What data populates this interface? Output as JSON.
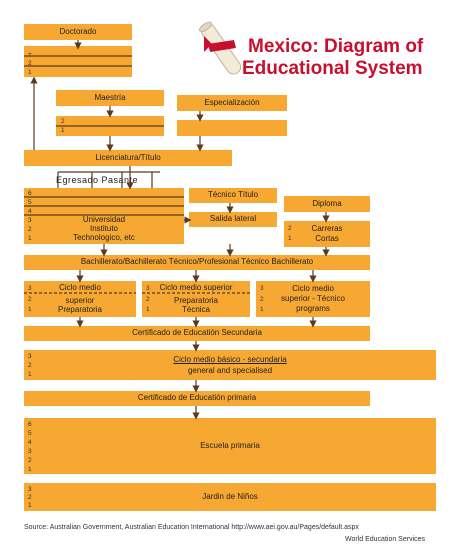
{
  "title": {
    "line1": "Mexico: Diagram of",
    "line2": "Educational System"
  },
  "boxes": {
    "doctorado": "Doctorado",
    "maestria": "Maestría",
    "especializacion": "Especialización",
    "licenciatura": "Licenciatura/Título",
    "egresado": "Egresado Pasante",
    "tecnico_titulo": "Técnico Título",
    "salida_lateral": "Salida lateral",
    "diploma": "Diploma",
    "universidad": [
      "Universidad",
      "Instituto",
      "Technologico, etc"
    ],
    "carreras": [
      "Carreras",
      "Cortas"
    ],
    "bachillerato": "Bachillerato/Bachillerato Técnico/Profesional Técnico Bachillerato",
    "ciclo_superior": [
      "Ciclo medio",
      "superior",
      "Preparatoria"
    ],
    "ciclo_prep_tecnica": [
      "Ciclo medio superior",
      "Preparatoria",
      "Técnica"
    ],
    "ciclo_tecnico": [
      "Ciclo medio",
      "superior - Técnico",
      "programs"
    ],
    "cert_secundaria": "Certificado de Educatión Secundaria",
    "ciclo_basico": [
      "Ciclo medio básico - secundaria",
      "general and specialised"
    ],
    "cert_primaria": "Certificado de Educatión primaria",
    "escuela_primaria": "Escuela primaria",
    "jardin": "Jardin de Niños"
  },
  "years": {
    "doctorado": [
      "+",
      "2",
      "1"
    ],
    "maestria": [
      "2",
      "1"
    ],
    "universidad": [
      "6",
      "5",
      "4",
      "3",
      "2",
      "1"
    ],
    "carreras": [
      "2",
      "1"
    ],
    "ciclo_superior": [
      "3",
      "2",
      "1"
    ],
    "ciclo_prep_tecnica": [
      "3",
      "2",
      "1"
    ],
    "ciclo_tecnico": [
      "3",
      "2",
      "1"
    ],
    "ciclo_basico": [
      "3",
      "2",
      "1"
    ],
    "escuela_primaria": [
      "6",
      "5",
      "4",
      "3",
      "2",
      "1"
    ],
    "jardin": [
      "3",
      "2",
      "1"
    ]
  },
  "source": "Source: Australian Government, Australian Education International http://www.aei.gov.au/Pages/default.aspx",
  "credit": "World Education Services",
  "colors": {
    "box": "#f7a832",
    "title": "#c8102e",
    "arrow": "#5a3a20"
  }
}
